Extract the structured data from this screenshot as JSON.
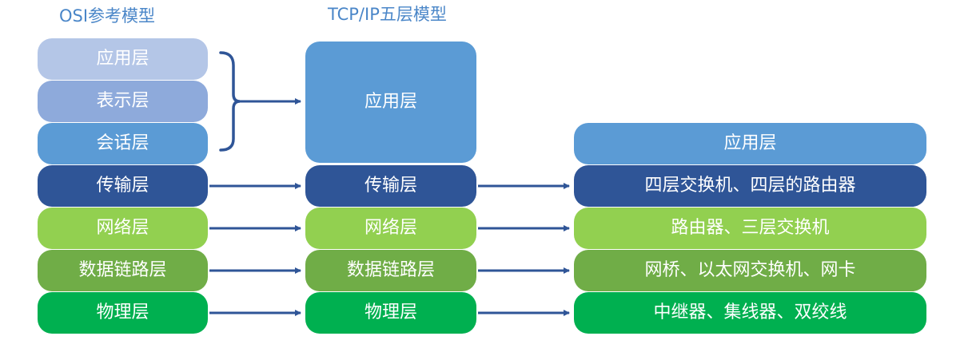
{
  "titles": {
    "osi": "OSI参考模型",
    "tcpip": "TCP/IP五层模型"
  },
  "osi_layers": [
    {
      "label": "应用层",
      "color": "#b4c6e7"
    },
    {
      "label": "表示层",
      "color": "#8eaadb"
    },
    {
      "label": "会话层",
      "color": "#5b9bd5"
    },
    {
      "label": "传输层",
      "color": "#2f5597"
    },
    {
      "label": "网络层",
      "color": "#92d050"
    },
    {
      "label": "数据链路层",
      "color": "#70ad47"
    },
    {
      "label": "物理层",
      "color": "#00b050"
    }
  ],
  "tcpip_layers": [
    {
      "label": "应用层",
      "color": "#5b9bd5"
    },
    {
      "label": "传输层",
      "color": "#2f5597"
    },
    {
      "label": "网络层",
      "color": "#92d050"
    },
    {
      "label": "数据链路层",
      "color": "#70ad47"
    },
    {
      "label": "物理层",
      "color": "#00b050"
    }
  ],
  "device_layers": [
    {
      "label": "应用层",
      "color": "#5b9bd5"
    },
    {
      "label": "四层交换机、四层的路由器",
      "color": "#2f5597"
    },
    {
      "label": "路由器、三层交换机",
      "color": "#92d050"
    },
    {
      "label": "网桥、以太网交换机、网卡",
      "color": "#70ad47"
    },
    {
      "label": "中继器、集线器、双绞线",
      "color": "#00b050"
    }
  ],
  "colors": {
    "title_text": "#4a86c8",
    "arrow": "#2f5597"
  }
}
